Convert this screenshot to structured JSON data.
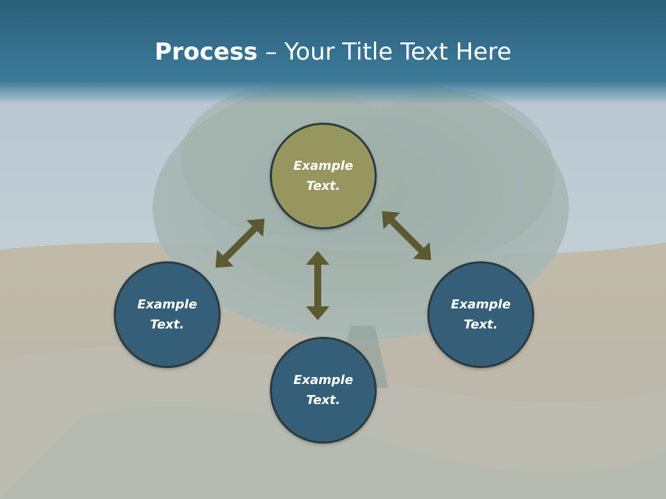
{
  "title": {
    "bold": "Process",
    "rest": " – Your Title Text Here"
  },
  "nodes": {
    "top": {
      "label": "Example\nText.",
      "color": "#97965f"
    },
    "left": {
      "label": "Example\nText.",
      "color": "#355f78"
    },
    "bottom": {
      "label": "Example\nText.",
      "color": "#355f78"
    },
    "right": {
      "label": "Example\nText.",
      "color": "#355f78"
    }
  },
  "colors": {
    "title_band": "#356f8d",
    "arrow": "#5b5a30",
    "node_border": "#2b3b3f"
  },
  "background": {
    "icon": "tree-field-landscape"
  }
}
